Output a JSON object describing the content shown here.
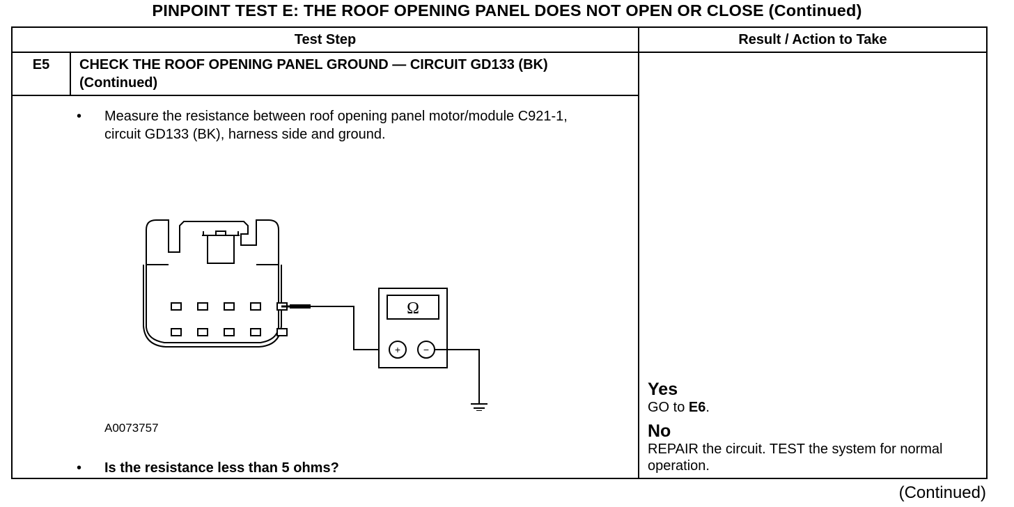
{
  "title": "PINPOINT TEST  E: THE ROOF OPENING PANEL DOES NOT OPEN OR CLOSE (Continued)",
  "headers": {
    "test_step": "Test Step",
    "result_action": "Result / Action to Take"
  },
  "step": {
    "id": "E5",
    "title": "CHECK THE ROOF OPENING PANEL GROUND — CIRCUIT GD133 (BK) (Continued)",
    "bullet_symbol": "•",
    "instruction": "Measure the resistance between roof opening panel motor/module C921-1, circuit GD133 (BK), harness side and ground.",
    "figure_id": "A0073757",
    "question": "Is the resistance less than 5 ohms?"
  },
  "diagram": {
    "meter_symbol": "Ω",
    "plus_symbol": "+",
    "minus_symbol": "−"
  },
  "results": {
    "yes_label": "Yes",
    "yes_action_prefix": "GO to ",
    "yes_action_target": "E6",
    "yes_action_suffix": ".",
    "no_label": "No",
    "no_action": "REPAIR the circuit. TEST the system for normal operation."
  },
  "footer": {
    "continued": "(Continued)"
  }
}
